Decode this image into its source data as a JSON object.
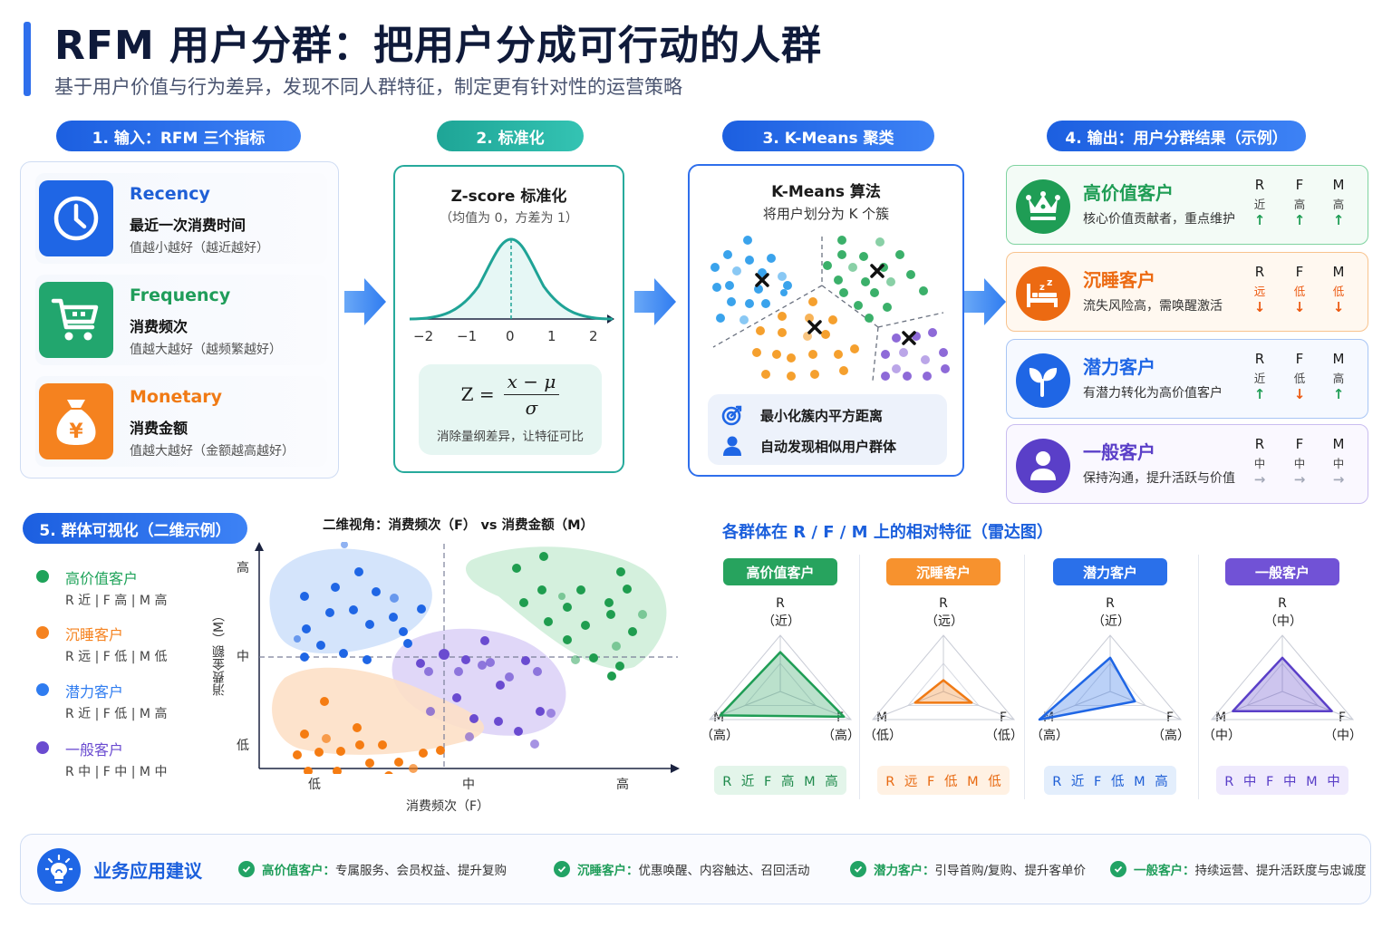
{
  "header": {
    "title": "RFM 用户分群：把用户分成可行动的人群",
    "subtitle": "基于用户价值与行为差异，发现不同人群特征，制定更有针对性的运营策略"
  },
  "steps": {
    "step1": {
      "label": "1. 输入：RFM 三个指标",
      "metrics": [
        {
          "name": "Recency",
          "cn": "最近一次消费时间",
          "desc": "值越小越好（越近越好）",
          "icon": "clock-icon",
          "color": "#1f66e5"
        },
        {
          "name": "Frequency",
          "cn": "消费频次",
          "desc": "值越大越好（越频繁越好）",
          "icon": "cart-icon",
          "color": "#22a66e"
        },
        {
          "name": "Monetary",
          "cn": "消费金额",
          "desc": "值越大越好（金额越高越好）",
          "icon": "money-bag-icon",
          "color": "#f5821f"
        }
      ]
    },
    "step2": {
      "label": "2. 标准化",
      "title": "Z-score 标准化",
      "subtitle": "（均值为 0，方差为 1）",
      "axis_ticks": [
        "−2",
        "−1",
        "0",
        "1",
        "2"
      ],
      "formula_lhs": "Z =",
      "formula_num": "x − μ",
      "formula_den": "σ",
      "note": "消除量纲差异，让特征可比"
    },
    "step3": {
      "label": "3. K-Means 聚类",
      "title": "K-Means 算法",
      "subtitle": "将用户划分为 K 个簇",
      "points": [
        {
          "icon": "target-icon",
          "text": "最小化簇内平方距离"
        },
        {
          "icon": "user-icon",
          "text": "自动发现相似用户群体"
        }
      ]
    },
    "step4": {
      "label": "4. 输出：用户分群结果（示例）",
      "segments": [
        {
          "name": "高价值客户",
          "desc": "核心价值贡献者，重点维护",
          "icon": "crown-icon",
          "color": "#1f9d55",
          "bg": "#f3fbf6",
          "border": "#7fd3a0",
          "rfm": [
            {
              "k": "R",
              "v": "近",
              "a": "↑",
              "ac": "#1f9d55"
            },
            {
              "k": "F",
              "v": "高",
              "a": "↑",
              "ac": "#1f9d55"
            },
            {
              "k": "M",
              "v": "高",
              "a": "↑",
              "ac": "#1f9d55"
            }
          ]
        },
        {
          "name": "沉睡客户",
          "desc": "流失风险高，需唤醒激活",
          "icon": "sleep-bed-icon",
          "color": "#ec6a12",
          "bg": "#fff8f0",
          "border": "#f8c38e",
          "rfm": [
            {
              "k": "R",
              "v": "远",
              "a": "↓",
              "ac": "#ec5a12"
            },
            {
              "k": "F",
              "v": "低",
              "a": "↓",
              "ac": "#ec5a12"
            },
            {
              "k": "M",
              "v": "低",
              "a": "↓",
              "ac": "#ec5a12"
            }
          ]
        },
        {
          "name": "潜力客户",
          "desc": "有潜力转化为高价值客户",
          "icon": "sprout-icon",
          "color": "#1f66e5",
          "bg": "#f6f9ff",
          "border": "#a9c6f5",
          "rfm": [
            {
              "k": "R",
              "v": "近",
              "a": "↑",
              "ac": "#1f9d55"
            },
            {
              "k": "F",
              "v": "低",
              "a": "↓",
              "ac": "#ec5a12"
            },
            {
              "k": "M",
              "v": "高",
              "a": "↑",
              "ac": "#1f9d55"
            }
          ]
        },
        {
          "name": "一般客户",
          "desc": "保持沟通，提升活跃与价值",
          "icon": "person-icon",
          "color": "#5a3fc8",
          "bg": "#faf8ff",
          "border": "#c9bdf0",
          "rfm": [
            {
              "k": "R",
              "v": "中",
              "a": "→",
              "ac": "#a4a9b8"
            },
            {
              "k": "F",
              "v": "中",
              "a": "→",
              "ac": "#a4a9b8"
            },
            {
              "k": "M",
              "v": "中",
              "a": "→",
              "ac": "#a4a9b8"
            }
          ]
        }
      ]
    }
  },
  "viz": {
    "label": "5. 群体可视化（二维示例）",
    "legend": [
      {
        "name": "高价值客户",
        "tags": "R 近 | F 高 | M 高",
        "color": "#1fa35a"
      },
      {
        "name": "沉睡客户",
        "tags": "R 远 | F 低 | M 低",
        "color": "#f5821f"
      },
      {
        "name": "潜力客户",
        "tags": "R 近 | F 低 | M 高",
        "color": "#2f7cf0"
      },
      {
        "name": "一般客户",
        "tags": "R 中 | F 中 | M 中",
        "color": "#6a4bd0"
      }
    ],
    "scatter": {
      "title": "二维视角：消费频次（F）  vs 消费金额（M）",
      "xlabel": "消费频次（F）",
      "ylabel": "消费金额（M）",
      "xticks": [
        "低",
        "中",
        "高"
      ],
      "yticks": [
        "高",
        "中",
        "低"
      ]
    },
    "radar": {
      "title": "各群体在 R / F / M 上的相对特征（雷达图）",
      "groups": [
        {
          "name": "高价值客户",
          "color": "#1f9d55",
          "chip_bg": "#27a35e",
          "foot_bg": "#e3f5ea",
          "foot_color": "#1f8a4c",
          "r_label": "（近）",
          "f_label": "（高）",
          "m_label": "（高）",
          "foot": "R 近 F 高 M 高"
        },
        {
          "name": "沉睡客户",
          "color": "#f07a14",
          "chip_bg": "#f7922e",
          "foot_bg": "#fff1e3",
          "foot_color": "#e86a12",
          "r_label": "（远）",
          "f_label": "（低）",
          "m_label": "（低）",
          "foot": "R 远 F 低 M 低"
        },
        {
          "name": "潜力客户",
          "color": "#1f66e5",
          "chip_bg": "#2a70ea",
          "foot_bg": "#e3eefc",
          "foot_color": "#1f5fd6",
          "r_label": "（近）",
          "f_label": "（高）",
          "m_label": "（高）",
          "foot": "R 近 F 低 M 高"
        },
        {
          "name": "一般客户",
          "color": "#5a3fc8",
          "chip_bg": "#7152d6",
          "foot_bg": "#efeafd",
          "foot_color": "#5a3fc8",
          "r_label": "（中）",
          "f_label": "（中）",
          "m_label": "（中）",
          "foot": "R 中 F 中 M 中"
        }
      ]
    }
  },
  "advice": {
    "title": "业务应用建议",
    "items": [
      {
        "segment": "高价值客户：",
        "text": "专属服务、会员权益、提升复购"
      },
      {
        "segment": "沉睡客户：",
        "text": "优惠唤醒、内容触达、召回活动"
      },
      {
        "segment": "潜力客户：",
        "text": "引导首购/复购、提升客单价"
      },
      {
        "segment": "一般客户：",
        "text": "持续运营、提升活跃度与忠诚度"
      }
    ]
  },
  "chart_data": [
    {
      "type": "line",
      "title": "Z-score 标准化",
      "x": [
        -2,
        -1,
        0,
        1,
        2
      ],
      "values": [
        0.054,
        0.242,
        0.399,
        0.242,
        0.054
      ],
      "xlabel": "",
      "ylabel": "",
      "notes": "standard normal curve, dashed line at 0"
    },
    {
      "type": "scatter",
      "title": "二维视角：消费频次（F） vs 消费金额（M）",
      "xlabel": "消费频次（F）",
      "ylabel": "消费金额（M）",
      "xticks": [
        "低",
        "中",
        "高"
      ],
      "yticks": [
        "低",
        "中",
        "高"
      ],
      "series": [
        {
          "name": "潜力客户",
          "region": "F 低, M 高"
        },
        {
          "name": "高价值客户",
          "region": "F 高, M 高"
        },
        {
          "name": "一般客户",
          "region": "F 中, M 中"
        },
        {
          "name": "沉睡客户",
          "region": "F 低, M 低"
        }
      ]
    },
    {
      "type": "radar",
      "title": "各群体在 R / F / M 上的相对特征（雷达图）",
      "axes": [
        "R",
        "F",
        "M"
      ],
      "series": [
        {
          "name": "高价值客户",
          "values": [
            0.7,
            0.9,
            0.85
          ]
        },
        {
          "name": "沉睡客户",
          "values": [
            0.2,
            0.4,
            0.4
          ]
        },
        {
          "name": "潜力客户",
          "values": [
            0.6,
            0.35,
            1.0
          ]
        },
        {
          "name": "一般客户",
          "values": [
            0.6,
            0.7,
            0.7
          ]
        }
      ]
    }
  ]
}
